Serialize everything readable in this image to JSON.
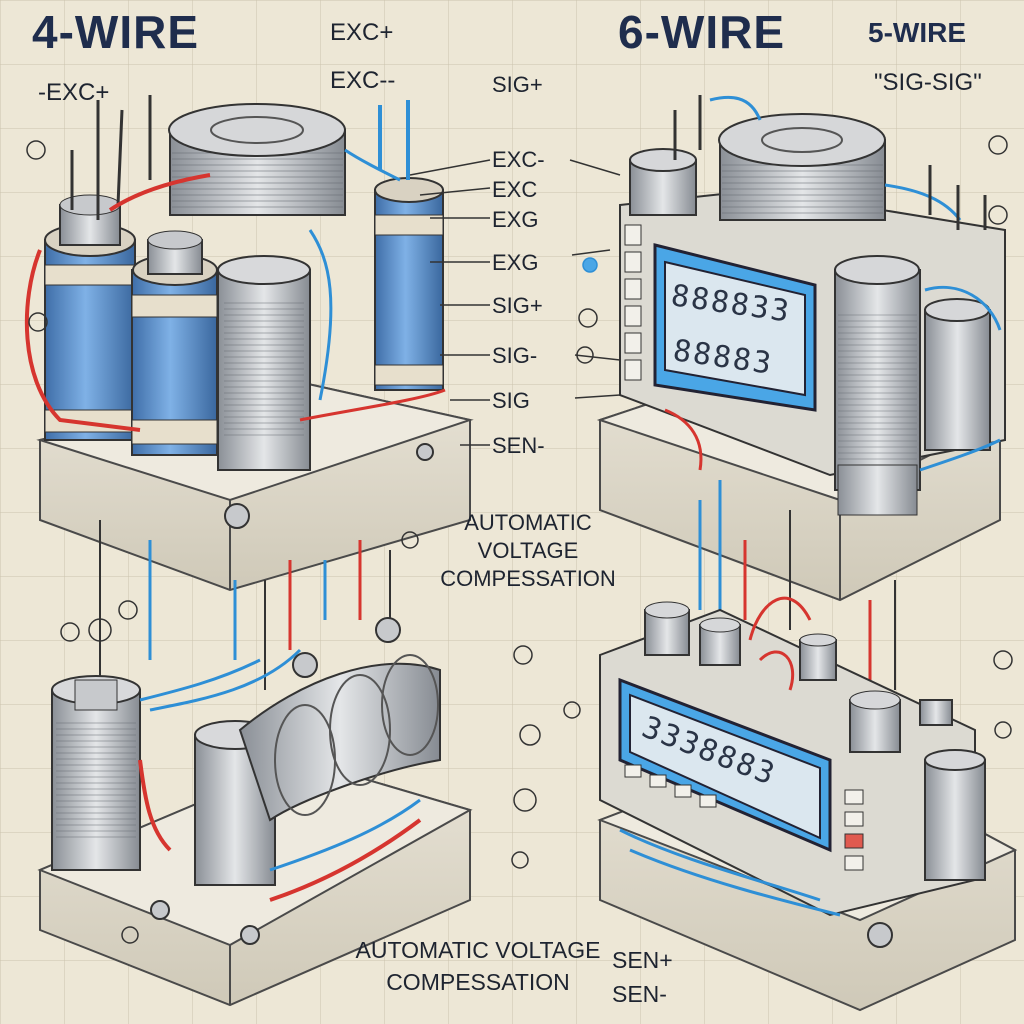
{
  "titles": {
    "left": "4-WIRE",
    "right": "6-WIRE",
    "right_alt": "5-WIRE"
  },
  "top_labels": {
    "exc_left": "-EXC+",
    "exc_top_a": "EXC+",
    "exc_top_b": "EXC--",
    "sig_top": "SIG+",
    "sig_sig": "\"SIG-SIG\""
  },
  "pin_labels": [
    "EXC-",
    "EXC",
    "EXG",
    "EXG",
    "SIG+",
    "SIG-",
    "SIG",
    "SEN-"
  ],
  "captions": {
    "center_line1": "AUTOMATIC",
    "center_line2": "VOLTAGE",
    "center_line3": "COMPESSATION",
    "bottom_line1": "AUTOMATIC VOLTAGE",
    "bottom_line2": "COMPESSATION",
    "sen_plus": "SEN+",
    "sen_minus": "SEN-"
  },
  "displays": {
    "upper_row1": "888833",
    "upper_row2": "88883",
    "lower": "3338883"
  },
  "colors": {
    "background": "#ede7d6",
    "grid": "#c9c1ab",
    "title": "#1f2d4d",
    "coil_blue": "#5b8fcf",
    "wire_red": "#d6352f",
    "wire_blue": "#2e8fd6",
    "metal": "#b9bcc0",
    "display": "#4aa6e6"
  }
}
